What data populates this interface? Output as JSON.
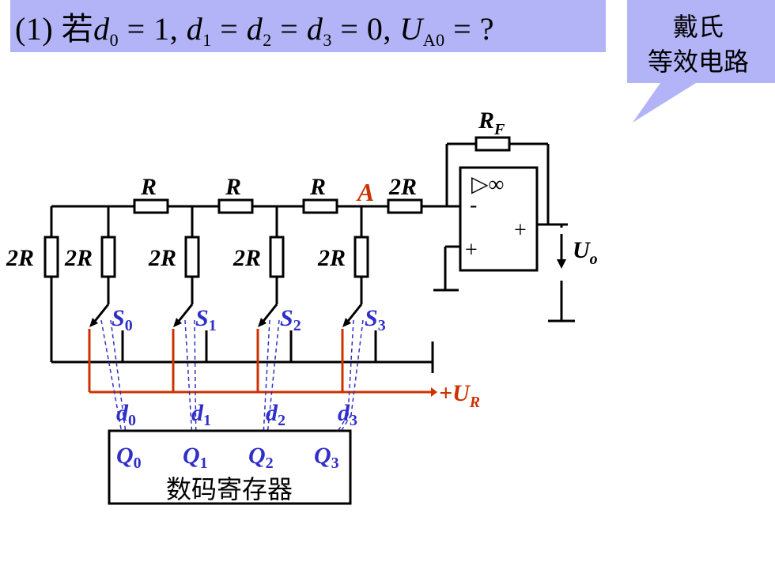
{
  "question": {
    "prefix": "(1) 若",
    "parts": [
      {
        "t": "d",
        "s": "0"
      },
      {
        "t": " = 1, "
      },
      {
        "t": "d",
        "s": "1"
      },
      {
        "t": " = "
      },
      {
        "t": "d",
        "s": "2"
      },
      {
        "t": " = "
      },
      {
        "t": "d",
        "s": "3"
      },
      {
        "t": " = 0, "
      },
      {
        "t": "U",
        "s": "A0"
      },
      {
        "t": " = ?"
      }
    ]
  },
  "callout": {
    "line1": "戴氏",
    "line2": "等效电路"
  },
  "circuit": {
    "resistor_r": "R",
    "resistor_2r": "2R",
    "resistor_rf": "R",
    "resistor_rf_sub": "F",
    "node_a": "A",
    "opamp_symbol": "▷∞",
    "opamp_minus": "-",
    "opamp_plus_in": "+",
    "opamp_plus_out": "+",
    "output_u": "U",
    "output_sub": "o",
    "ref_u": "+U",
    "ref_sub": "R",
    "switch_s": "S",
    "switch_subs": [
      "0",
      "1",
      "2",
      "3"
    ],
    "data_d": "d",
    "data_subs": [
      "0",
      "1",
      "2",
      "3"
    ],
    "reg_q": "Q",
    "reg_subs": [
      "0",
      "1",
      "2",
      "3"
    ],
    "register_label": "数码寄存器"
  },
  "colors": {
    "wire": "#000000",
    "reference": "#cc3300",
    "labels": "#2f2fc8",
    "node_a": "#cc3300",
    "box": "#b3b3f7"
  }
}
